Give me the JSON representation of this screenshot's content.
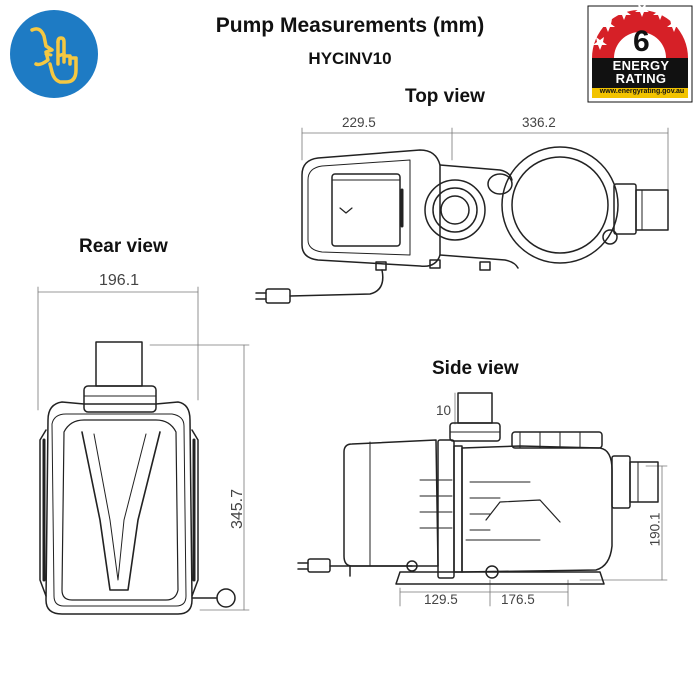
{
  "header": {
    "title": "Pump Measurements (mm)",
    "model": "HYCINV10"
  },
  "views": {
    "top": "Top view",
    "rear": "Rear view",
    "side": "Side view"
  },
  "dimensions": {
    "top_left": "229.5",
    "top_right": "336.2",
    "rear_width": "196.1",
    "rear_height": "345.7",
    "side_small": "10",
    "side_height": "190.1",
    "side_bottom_left": "129.5",
    "side_bottom_right": "176.5"
  },
  "energy_label": {
    "stars": "6",
    "line1": "ENERGY",
    "line2": "RATING",
    "url": "www.energyrating.gov.au"
  },
  "colors": {
    "badge": "#1e7bc4",
    "energy_red": "#d62027"
  },
  "icons": {
    "badge": "touch-hand-icon"
  }
}
